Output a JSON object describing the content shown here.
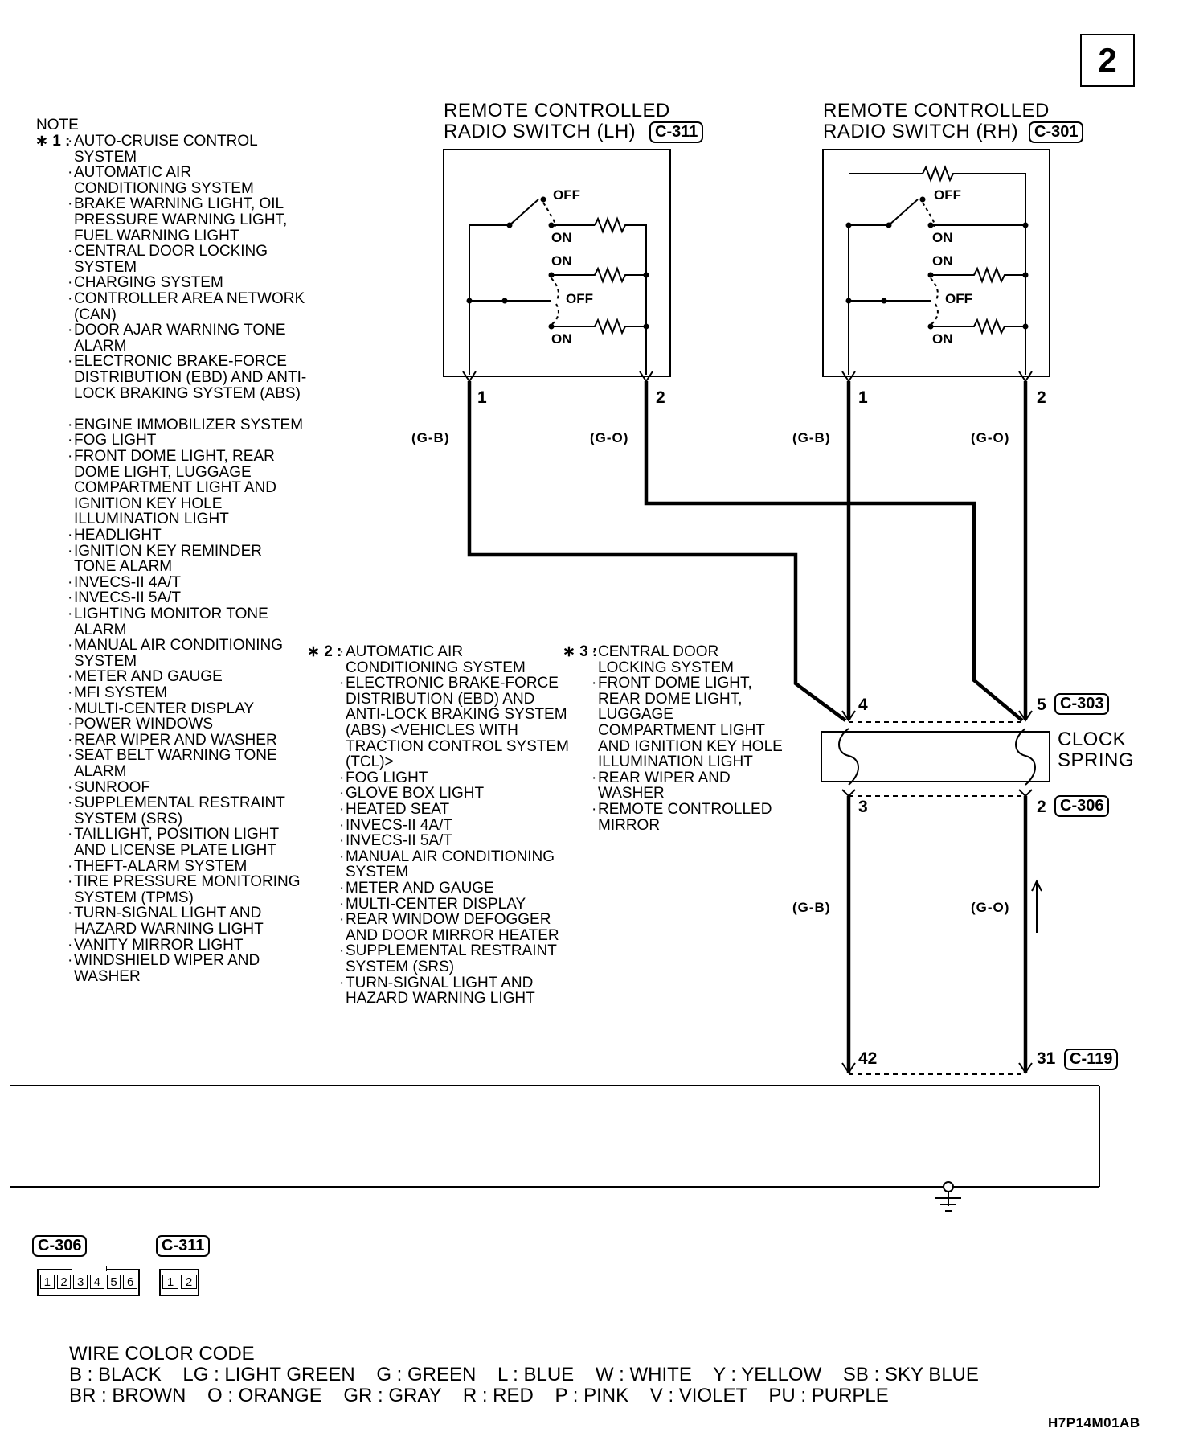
{
  "page_number": "2",
  "figure_code": "H7P14M01AB",
  "note_heading": "NOTE",
  "notes": [
    {
      "mark": "∗ 1 :",
      "items": [
        "AUTO-CRUISE CONTROL SYSTEM",
        "AUTOMATIC AIR CONDITIONING SYSTEM",
        "BRAKE WARNING LIGHT, OIL PRESSURE WARNING LIGHT, FUEL WARNING LIGHT",
        "CENTRAL DOOR LOCKING SYSTEM",
        "CHARGING SYSTEM",
        "CONTROLLER AREA NETWORK (CAN)",
        "DOOR AJAR WARNING TONE ALARM",
        "ELECTRONIC BRAKE-FORCE DISTRIBUTION (EBD) AND ANTI-LOCK BRAKING SYSTEM (ABS)",
        "ENGINE IMMOBILIZER SYSTEM",
        "FOG LIGHT",
        "FRONT DOME LIGHT, REAR DOME LIGHT, LUGGAGE COMPARTMENT LIGHT AND IGNITION KEY HOLE ILLUMINATION LIGHT",
        "HEADLIGHT",
        "IGNITION KEY REMINDER TONE ALARM",
        "INVECS-II 4A/T",
        "INVECS-II 5A/T",
        "LIGHTING MONITOR TONE ALARM",
        "MANUAL AIR CONDITIONING SYSTEM",
        "METER AND GAUGE",
        "MFI SYSTEM",
        "MULTI-CENTER DISPLAY",
        "POWER WINDOWS",
        "REAR WIPER AND WASHER",
        "SEAT BELT WARNING TONE ALARM",
        "SUNROOF",
        "SUPPLEMENTAL RESTRAINT SYSTEM (SRS)",
        "TAILLIGHT, POSITION LIGHT AND LICENSE PLATE LIGHT",
        "THEFT-ALARM SYSTEM",
        "TIRE PRESSURE MONITORING SYSTEM (TPMS)",
        "TURN-SIGNAL LIGHT AND HAZARD WARNING LIGHT",
        "VANITY MIRROR LIGHT",
        "WINDSHIELD WIPER AND WASHER"
      ]
    },
    {
      "mark": "∗ 2 :",
      "items": [
        "AUTOMATIC AIR CONDITIONING SYSTEM",
        "ELECTRONIC BRAKE-FORCE DISTRIBUTION (EBD) AND ANTI-LOCK BRAKING SYSTEM (ABS) <VEHICLES WITH TRACTION CONTROL SYSTEM (TCL)>",
        "FOG LIGHT",
        "GLOVE BOX LIGHT",
        "HEATED SEAT",
        "INVECS-II 4A/T",
        "INVECS-II 5A/T",
        "MANUAL AIR CONDITIONING SYSTEM",
        "METER AND GAUGE",
        "MULTI-CENTER DISPLAY",
        "REAR WINDOW DEFOGGER AND DOOR MIRROR HEATER",
        "SUPPLEMENTAL RESTRAINT SYSTEM (SRS)",
        "TURN-SIGNAL LIGHT AND HAZARD WARNING LIGHT"
      ]
    },
    {
      "mark": "∗ 3 :",
      "items": [
        "CENTRAL DOOR LOCKING SYSTEM",
        "FRONT DOME LIGHT, REAR DOME LIGHT, LUGGAGE COMPARTMENT LIGHT AND IGNITION KEY HOLE ILLUMINATION LIGHT",
        "REAR WIPER AND WASHER",
        "REMOTE CONTROLLED MIRROR"
      ]
    }
  ],
  "switch_lh": {
    "title_1": "REMOTE CONTROLLED",
    "title_2": "RADIO SWITCH (LH)",
    "connector": "C-311",
    "states": [
      "OFF",
      "ON",
      "ON",
      "OFF",
      "ON"
    ],
    "pins": [
      "1",
      "2"
    ]
  },
  "switch_rh": {
    "title_1": "REMOTE CONTROLLED",
    "title_2": "RADIO SWITCH (RH)",
    "connector": "C-301",
    "states": [
      "OFF",
      "ON",
      "ON",
      "OFF",
      "ON"
    ],
    "pins": [
      "1",
      "2"
    ]
  },
  "wires": {
    "gb": "(G-B)",
    "go": "(G-O)"
  },
  "clock_spring": {
    "label_1": "CLOCK",
    "label_2": "SPRING",
    "top_pins": [
      "4",
      "5"
    ],
    "top_connector": "C-303",
    "bottom_pins": [
      "3",
      "2"
    ],
    "bottom_connector": "C-306"
  },
  "bottom_connector": {
    "pins": [
      "42",
      "31"
    ],
    "connector": "C-119"
  },
  "connector_views": [
    {
      "label": "C-306",
      "pins": [
        "1",
        "2",
        "3",
        "4",
        "5",
        "6"
      ]
    },
    {
      "label": "C-311",
      "pins": [
        "1",
        "2"
      ]
    }
  ],
  "wire_color_code": {
    "heading": "WIRE COLOR CODE",
    "row1": "B : BLACK    LG : LIGHT GREEN    G : GREEN    L : BLUE    W : WHITE    Y : YELLOW    SB : SKY BLUE",
    "row2": "BR : BROWN    O : ORANGE    GR : GRAY    R : RED    P : PINK    V : VIOLET    PU : PURPLE"
  }
}
